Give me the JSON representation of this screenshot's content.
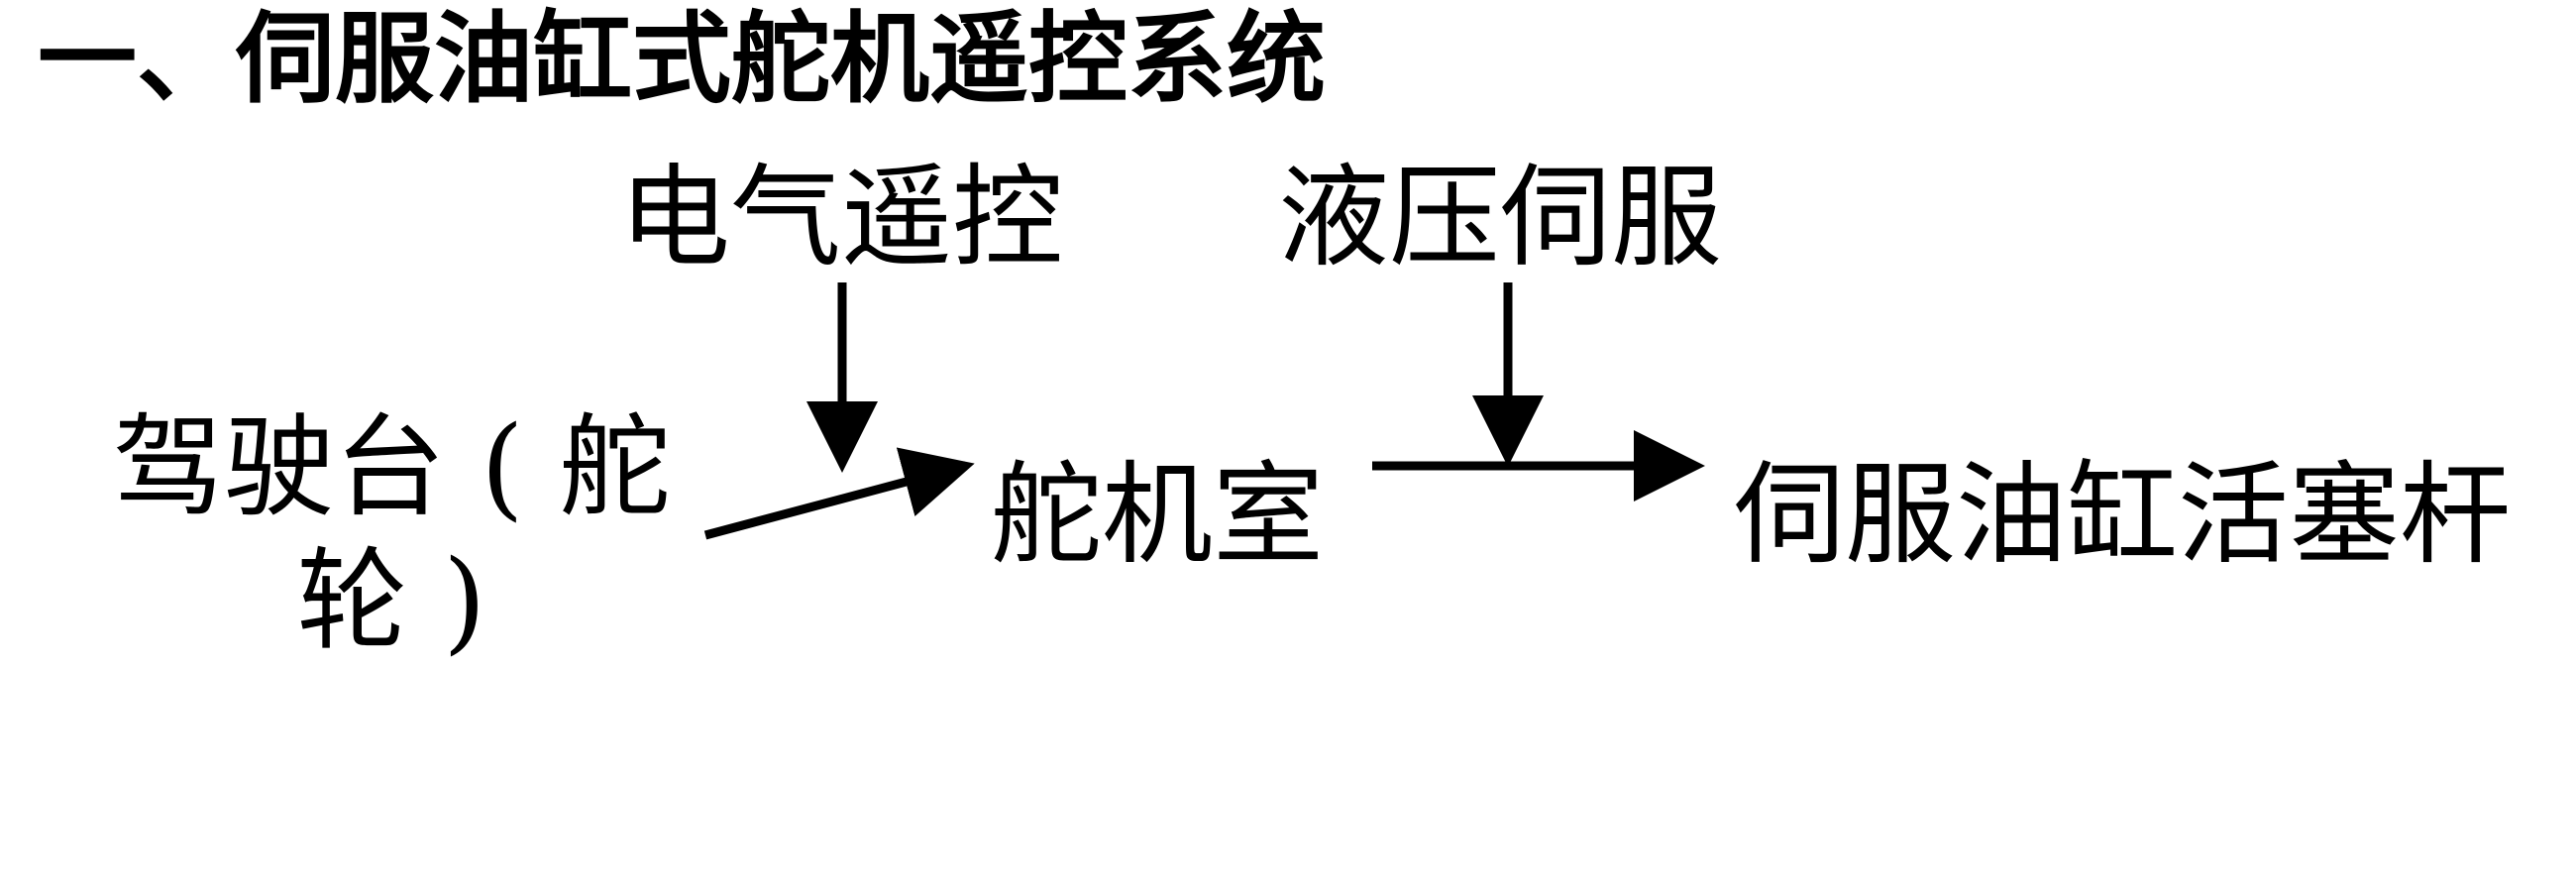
{
  "title": "一、伺服油缸式舵机遥控系统",
  "nodes": {
    "electric_remote": "电气遥控",
    "hydraulic_servo": "液压伺服",
    "bridge_line1": "驾驶台 ( 舵",
    "bridge_line2": "轮 )",
    "steering_room": "舵机室",
    "servo_piston_rod": "伺服油缸活塞杆"
  }
}
